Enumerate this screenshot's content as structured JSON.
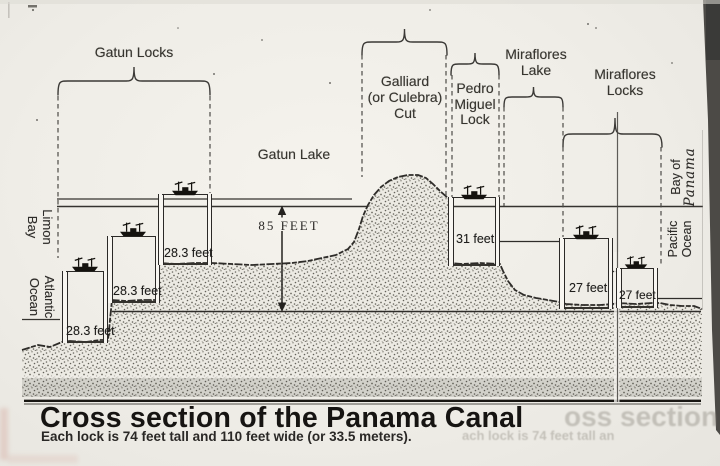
{
  "document": {
    "title": "Cross section of the Panama Canal",
    "subtitle": "Each lock is 74 feet tall and 110 feet wide (or 33.5 meters)."
  },
  "diagram": {
    "section_labels": {
      "gatun_locks": "Gatun Locks",
      "gatun_lake": "Gatun Lake",
      "galliard_cut": [
        "Galliard",
        "(or Culebra)",
        "Cut"
      ],
      "pedro_miguel": [
        "Pedro",
        "Miguel",
        "Lock"
      ],
      "miraflores_lake": [
        "Miraflores",
        "Lake"
      ],
      "miraflores_locks": [
        "Miraflores",
        "Locks"
      ]
    },
    "measurements": {
      "lake_height": "85 FEET",
      "lock_depths": [
        "28.3 feet",
        "28.3 feet",
        "28.3 feet",
        "31 feet",
        "27 feet",
        "27 feet"
      ]
    },
    "waterways": {
      "limon_bay": [
        "Limon",
        "Bay"
      ],
      "atlantic_ocean": [
        "Atlantic",
        "Ocean"
      ],
      "bay_of_panama": [
        "Bay of",
        "Panama"
      ],
      "pacific_ocean": [
        "Pacific",
        "Ocean"
      ]
    }
  },
  "bleed_through": {
    "title_fragment": "oss section",
    "subtitle_fragment": "ach lock is 74 feet tall an"
  },
  "colors": {
    "ink": "#2b2927",
    "paper": "#f0eee9",
    "page_edge_strip": "#4c4a46"
  }
}
